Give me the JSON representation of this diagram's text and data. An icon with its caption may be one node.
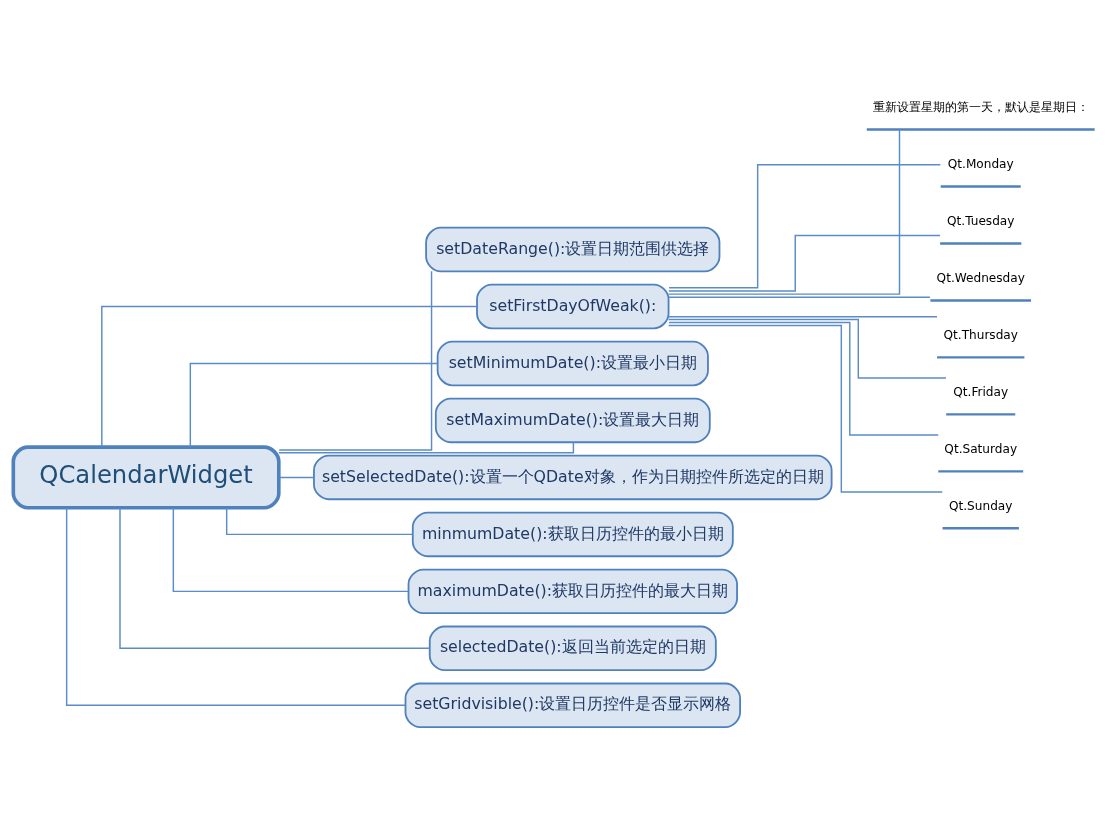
{
  "diagram": {
    "nodes": [
      {
        "text": [
          "QCalendarWidget"
        ]
      },
      {
        "text": [
          "setDateRange():设置日期范围供选择"
        ]
      },
      {
        "text": [
          "setFirstDayOfWeak():"
        ]
      },
      {
        "text": [
          "重新设置星期的第一天，默认是星期日："
        ]
      },
      {
        "text": [
          "Qt.Monday"
        ]
      },
      {
        "text": [
          "Qt.Tuesday"
        ]
      },
      {
        "text": [
          "Qt.Wednesday"
        ]
      },
      {
        "text": [
          "Qt.Thursday"
        ]
      },
      {
        "text": [
          "Qt.Friday"
        ]
      },
      {
        "text": [
          "Qt.Saturday"
        ]
      },
      {
        "text": [
          "Qt.Sunday"
        ]
      },
      {
        "text": [
          "setMinimumDate():设置最小日期"
        ]
      },
      {
        "text": [
          "setMaximumDate():设置最大日期"
        ]
      },
      {
        "text": [
          "setSelectedDate():设置一个QDate对象，作为日期控件所选定的日期"
        ]
      },
      {
        "text": [
          "minmumDate():获取日历控件的最小日期"
        ]
      },
      {
        "text": [
          "maximumDate():获取日历控件的最大日期"
        ]
      },
      {
        "text": [
          "selectedDate():返回当前选定的日期"
        ]
      },
      {
        "text": [
          "setGridvisible():设置日历控件是否显示网格"
        ]
      }
    ],
    "edges": [
      {
        "from": 0,
        "to": 1,
        "arrow": "none"
      },
      {
        "from": 0,
        "to": 2,
        "arrow": "none"
      },
      {
        "from": 2,
        "to": 3,
        "arrow": "none"
      },
      {
        "from": 2,
        "to": 4,
        "arrow": "none"
      },
      {
        "from": 2,
        "to": 5,
        "arrow": "none"
      },
      {
        "from": 2,
        "to": 6,
        "arrow": "none"
      },
      {
        "from": 2,
        "to": 7,
        "arrow": "none"
      },
      {
        "from": 2,
        "to": 8,
        "arrow": "none"
      },
      {
        "from": 2,
        "to": 9,
        "arrow": "none"
      },
      {
        "from": 2,
        "to": 10,
        "arrow": "none"
      },
      {
        "from": 0,
        "to": 11,
        "arrow": "none"
      },
      {
        "from": 0,
        "to": 12,
        "arrow": "none"
      },
      {
        "from": 0,
        "to": 13,
        "arrow": "none"
      },
      {
        "from": 0,
        "to": 14,
        "arrow": "none"
      },
      {
        "from": 0,
        "to": 15,
        "arrow": "none"
      },
      {
        "from": 0,
        "to": 16,
        "arrow": "none"
      },
      {
        "from": 0,
        "to": 17,
        "arrow": "none"
      }
    ]
  }
}
